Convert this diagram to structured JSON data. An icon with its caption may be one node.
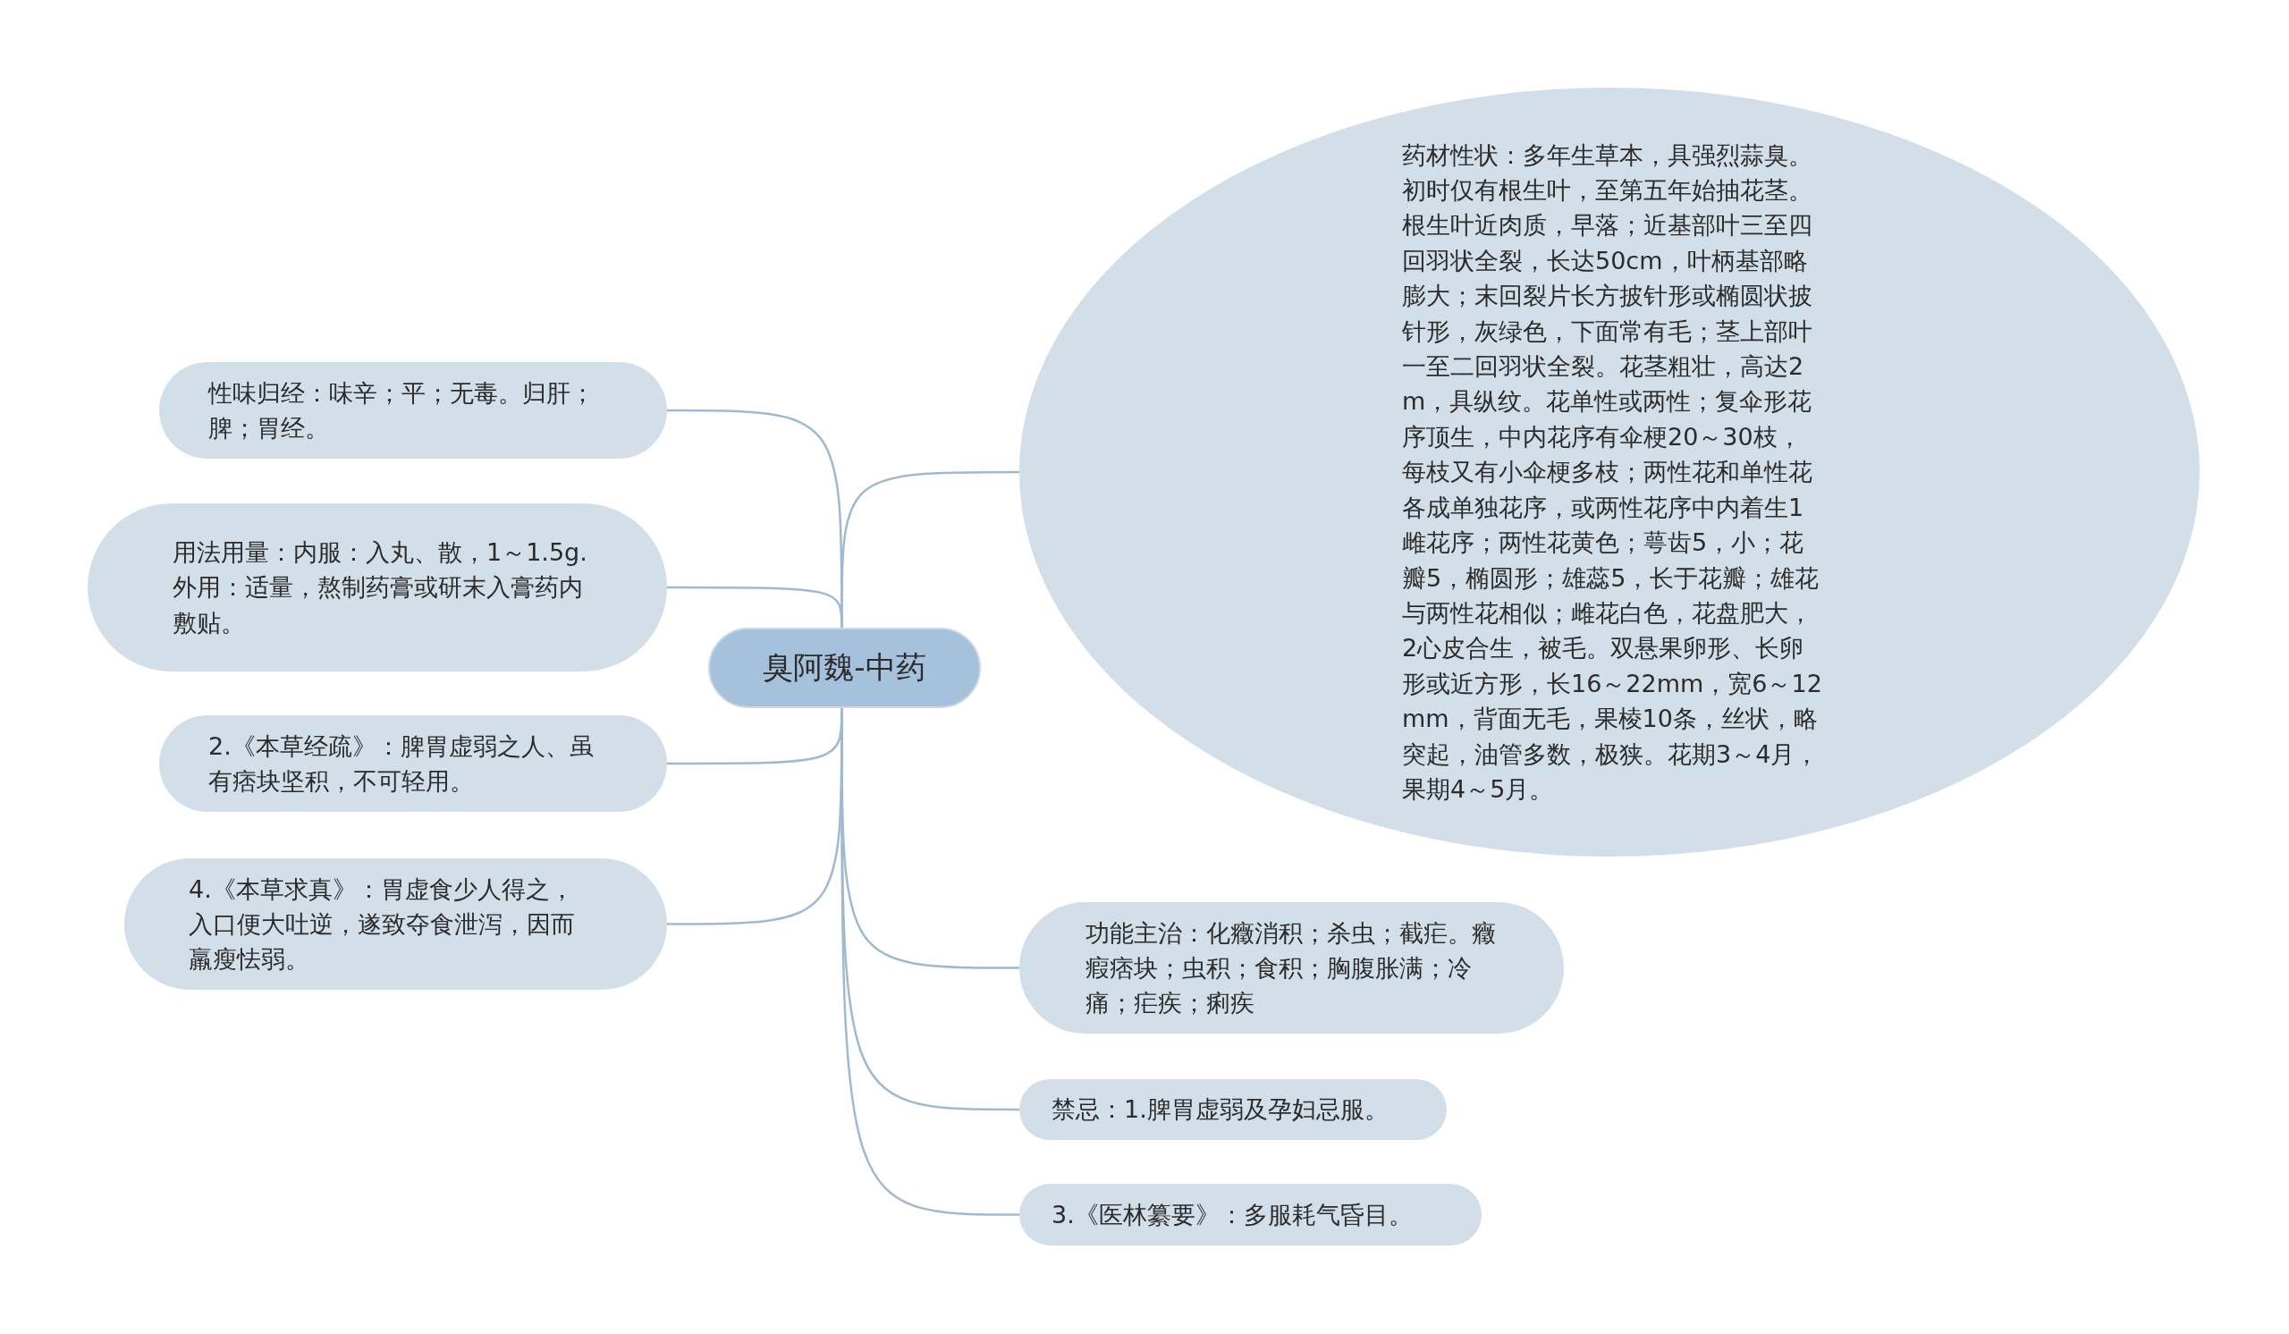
{
  "diagram": {
    "nodes": [
      {
        "text": [
          "臭阿魏-中药"
        ]
      },
      {
        "text": [
          "性味归经：味辛；平；无毒。归肝；脾；胃经。"
        ]
      },
      {
        "text": [
          "用法用量：内服：入丸、散，1～1.5g.外用：适量，熬制药膏或研末入膏药内敷贴。"
        ]
      },
      {
        "text": [
          "2.《本草经疏》：脾胃虚弱之人、虽有痞块坚积，不可轻用。"
        ]
      },
      {
        "text": [
          "4.《本草求真》：胃虚食少人得之，入口便大吐逆，遂致夺食泄泻，因而羸瘦怯弱。"
        ]
      },
      {
        "text": [
          "药材性状：多年生草本，具强烈蒜臭。初时仅有根生叶，至第五年始抽花茎。根生叶近肉质，早落；近基部叶三至四回羽状全裂，长达50cm，叶柄基部略膨大；末回裂片长方披针形或椭圆状披针形，灰绿色，下面常有毛；茎上部叶一至二回羽状全裂。花茎粗壮，高达2m，具纵纹。花单性或两性；复伞形花序顶生，中内花序有伞梗20～30枝，每枝又有小伞梗多枝；两性花和单性花各成单独花序，或两性花序中内着生1雌花序；两性花黄色；萼齿5，小；花瓣5，椭圆形；雄蕊5，长于花瓣；雄花与两性花相似；雌花白色，花盘肥大，2心皮合生，被毛。双悬果卵形、长卵形或近方形，长16～22mm，宽6～12mm，背面无毛，果棱10条，丝状，略突起，油管多数，极狭。花期3～4月，果期4～5月。"
        ]
      },
      {
        "text": [
          "功能主治：化癥消积；杀虫；截疟。癥瘕痞块；虫积；食积；胸腹胀满；冷痛；疟疾；痢疾"
        ]
      },
      {
        "text": [
          "禁忌：1.脾胃虚弱及孕妇忌服。"
        ]
      },
      {
        "text": [
          "3.《医林纂要》：多服耗气昏目。"
        ]
      }
    ],
    "edges": [
      {
        "from": 0,
        "to": 1,
        "arrow": "none"
      },
      {
        "from": 0,
        "to": 2,
        "arrow": "none"
      },
      {
        "from": 0,
        "to": 3,
        "arrow": "none"
      },
      {
        "from": 0,
        "to": 4,
        "arrow": "none"
      },
      {
        "from": 0,
        "to": 5,
        "arrow": "none"
      },
      {
        "from": 0,
        "to": 6,
        "arrow": "none"
      },
      {
        "from": 0,
        "to": 7,
        "arrow": "none"
      },
      {
        "from": 0,
        "to": 8,
        "arrow": "none"
      }
    ]
  }
}
